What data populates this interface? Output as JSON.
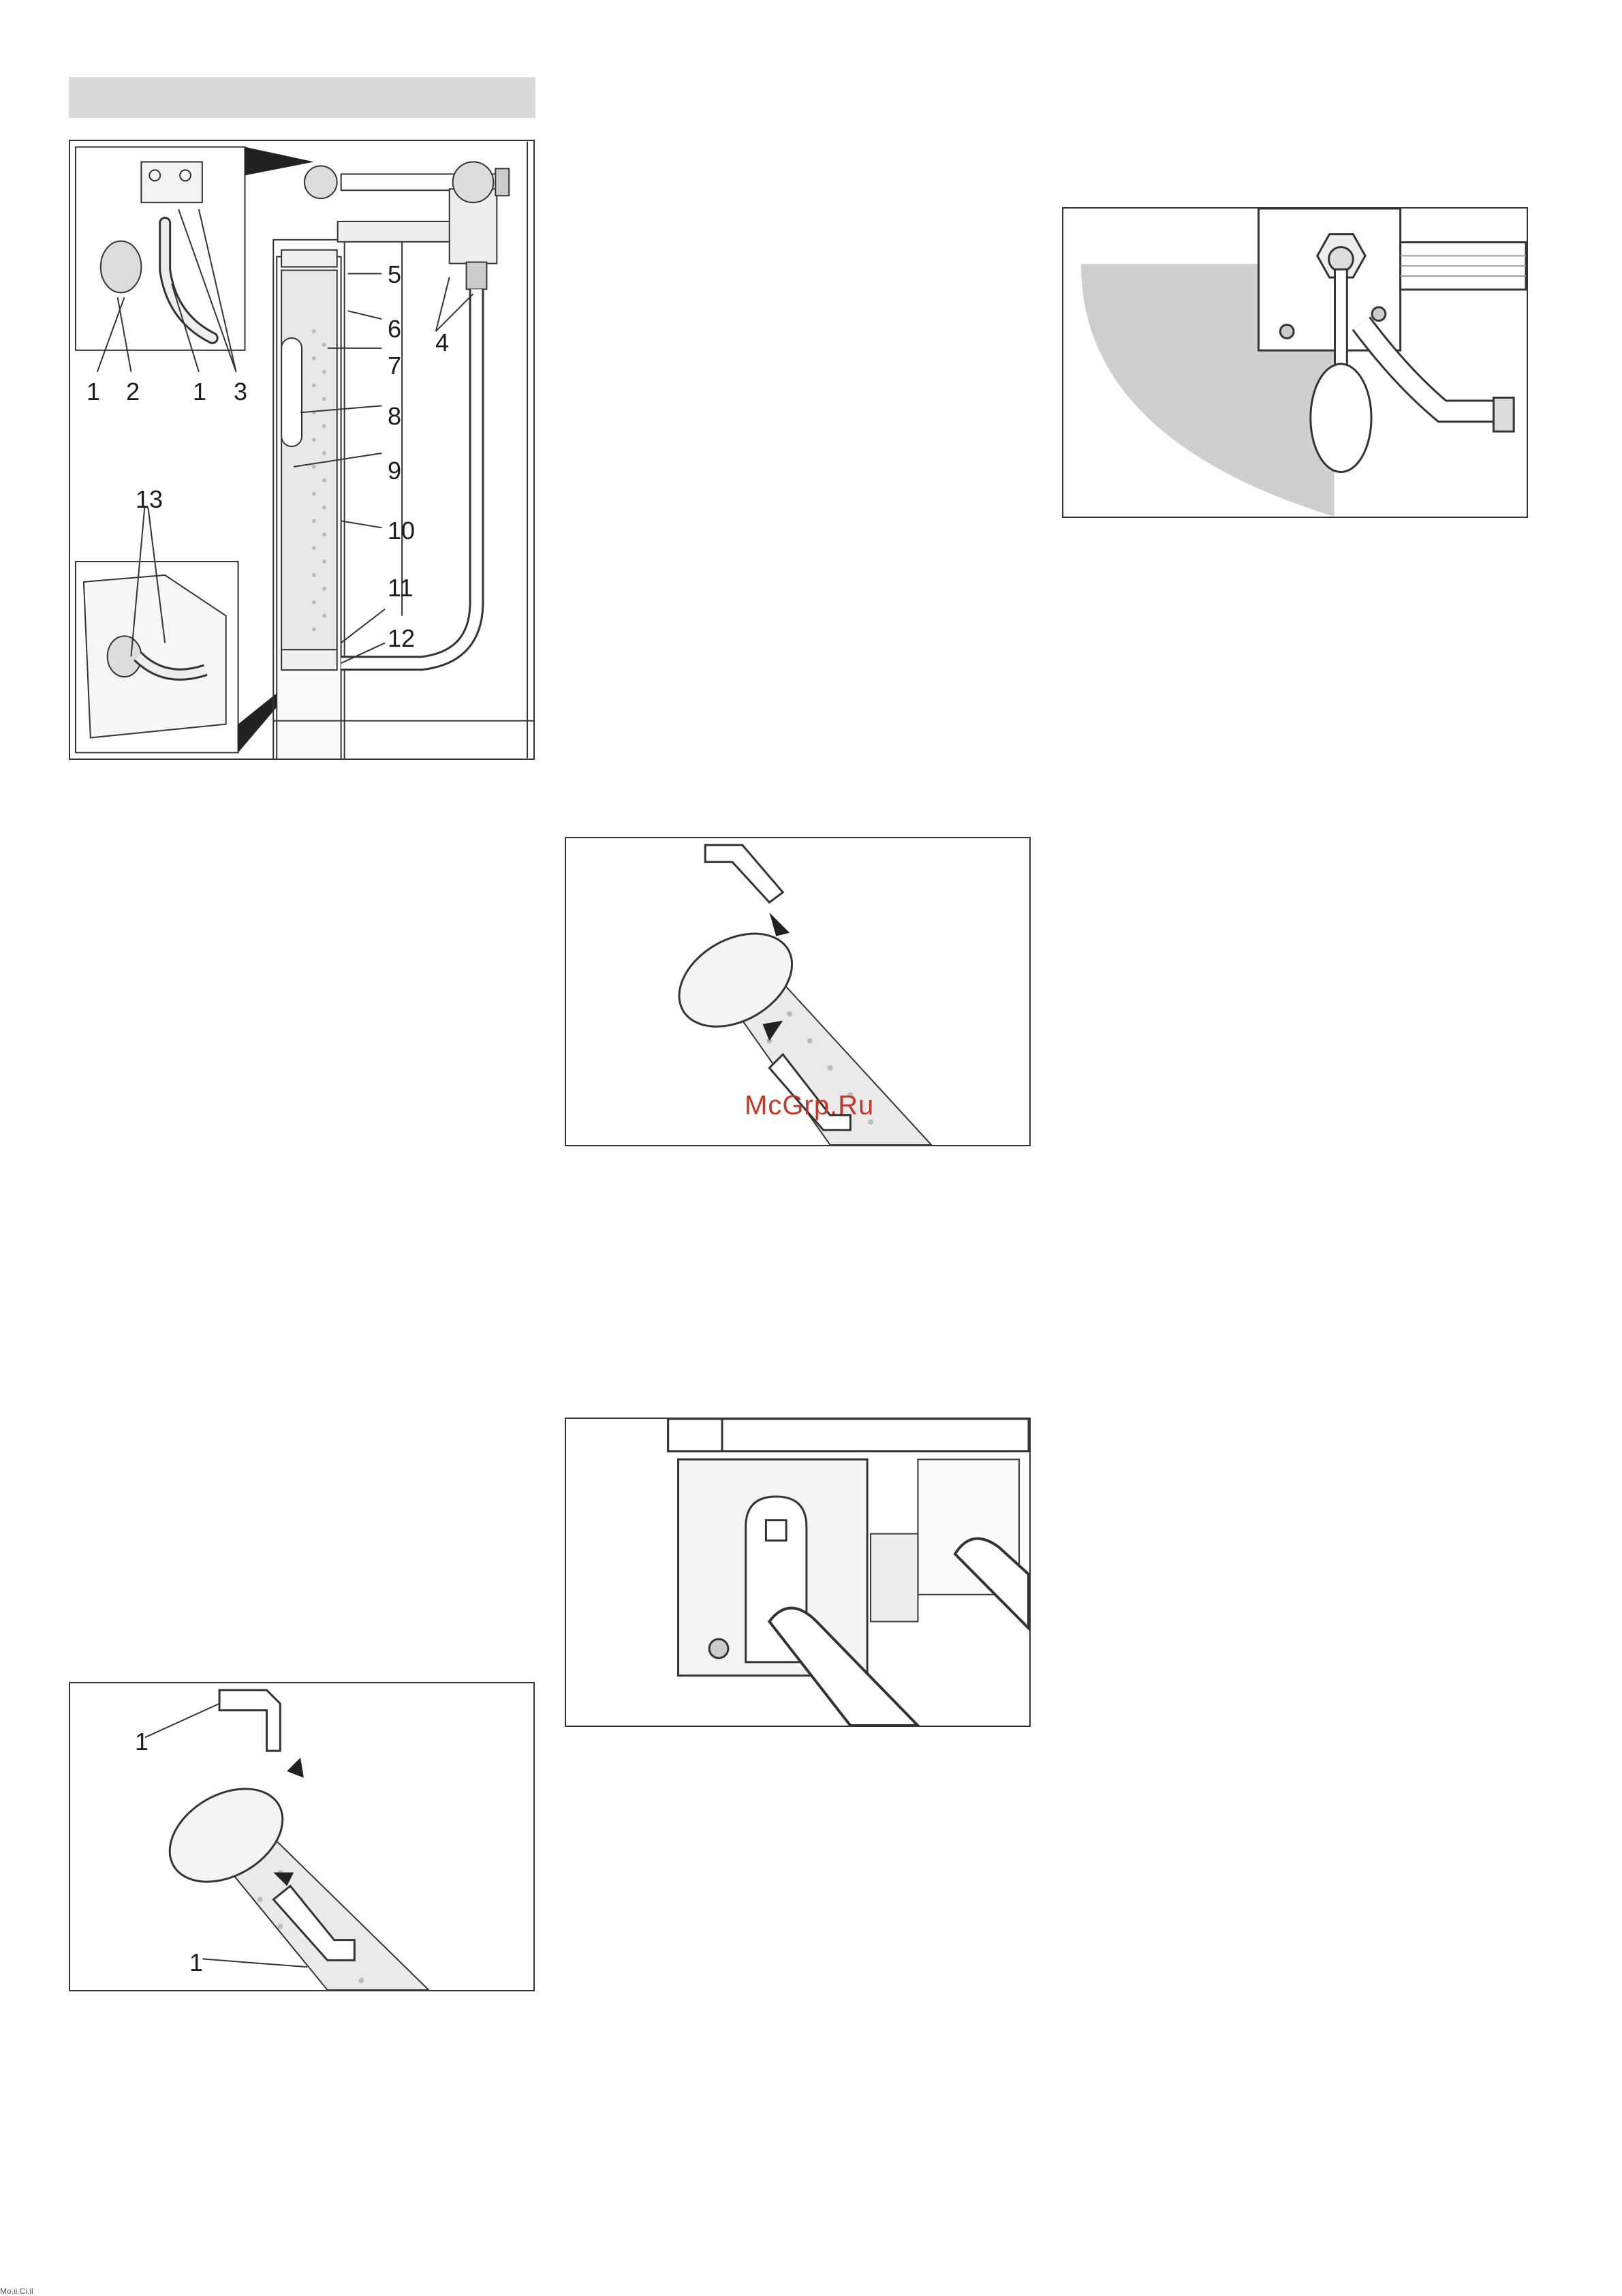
{
  "header": {
    "title": ""
  },
  "figures": {
    "filter_assembly": {
      "callouts": [
        "1",
        "2",
        "1",
        "3",
        "4",
        "5",
        "6",
        "7",
        "8",
        "9",
        "10",
        "11",
        "12",
        "13"
      ]
    },
    "removal_clips": {
      "callouts": [
        "1",
        "1"
      ]
    }
  },
  "watermark": "McGrp.Ru",
  "footer": "Mo.ii.Ci.il"
}
